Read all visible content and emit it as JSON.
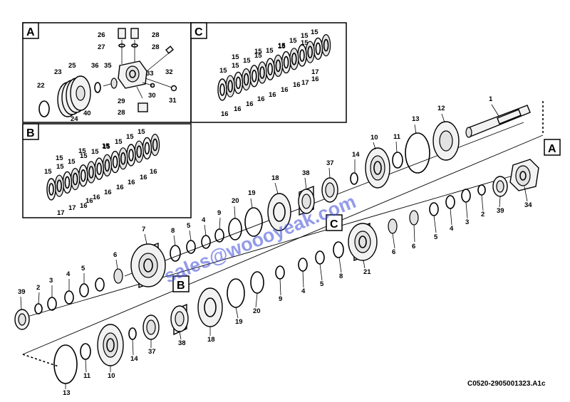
{
  "drawing_code": "C0520-2905001323.A1c",
  "watermark": "sales@woooyeak.com",
  "inset_letters": [
    "A",
    "B",
    "C"
  ],
  "inset_a_labels": [
    "26",
    "28",
    "27",
    "28",
    "25",
    "23",
    "36",
    "35",
    "33",
    "32",
    "22",
    "30",
    "31",
    "29",
    "28",
    "24",
    "40"
  ],
  "inset_b_labels": [
    "15",
    "15",
    "15",
    "15",
    "15",
    "15",
    "15",
    "15",
    "15",
    "15",
    "15",
    "15",
    "16",
    "16",
    "16",
    "16",
    "16",
    "16",
    "16",
    "16",
    "17",
    "17"
  ],
  "inset_c_labels": [
    "15",
    "15",
    "15",
    "15",
    "15",
    "15",
    "15",
    "15",
    "15",
    "15",
    "15",
    "15",
    "15",
    "16",
    "16",
    "16",
    "16",
    "16",
    "16",
    "16",
    "16",
    "17",
    "17"
  ],
  "upper_row_labels": [
    "1",
    "12",
    "13",
    "11",
    "10",
    "14",
    "37",
    "38",
    "18",
    "19",
    "20",
    "9",
    "4",
    "5",
    "8",
    "7",
    "6",
    "5",
    "4",
    "3",
    "2",
    "39"
  ],
  "lower_row_labels": [
    "34",
    "39",
    "2",
    "3",
    "4",
    "5",
    "6",
    "6",
    "21",
    "8",
    "5",
    "4",
    "9",
    "20",
    "19",
    "18",
    "38",
    "37",
    "14",
    "10",
    "11",
    "13"
  ]
}
